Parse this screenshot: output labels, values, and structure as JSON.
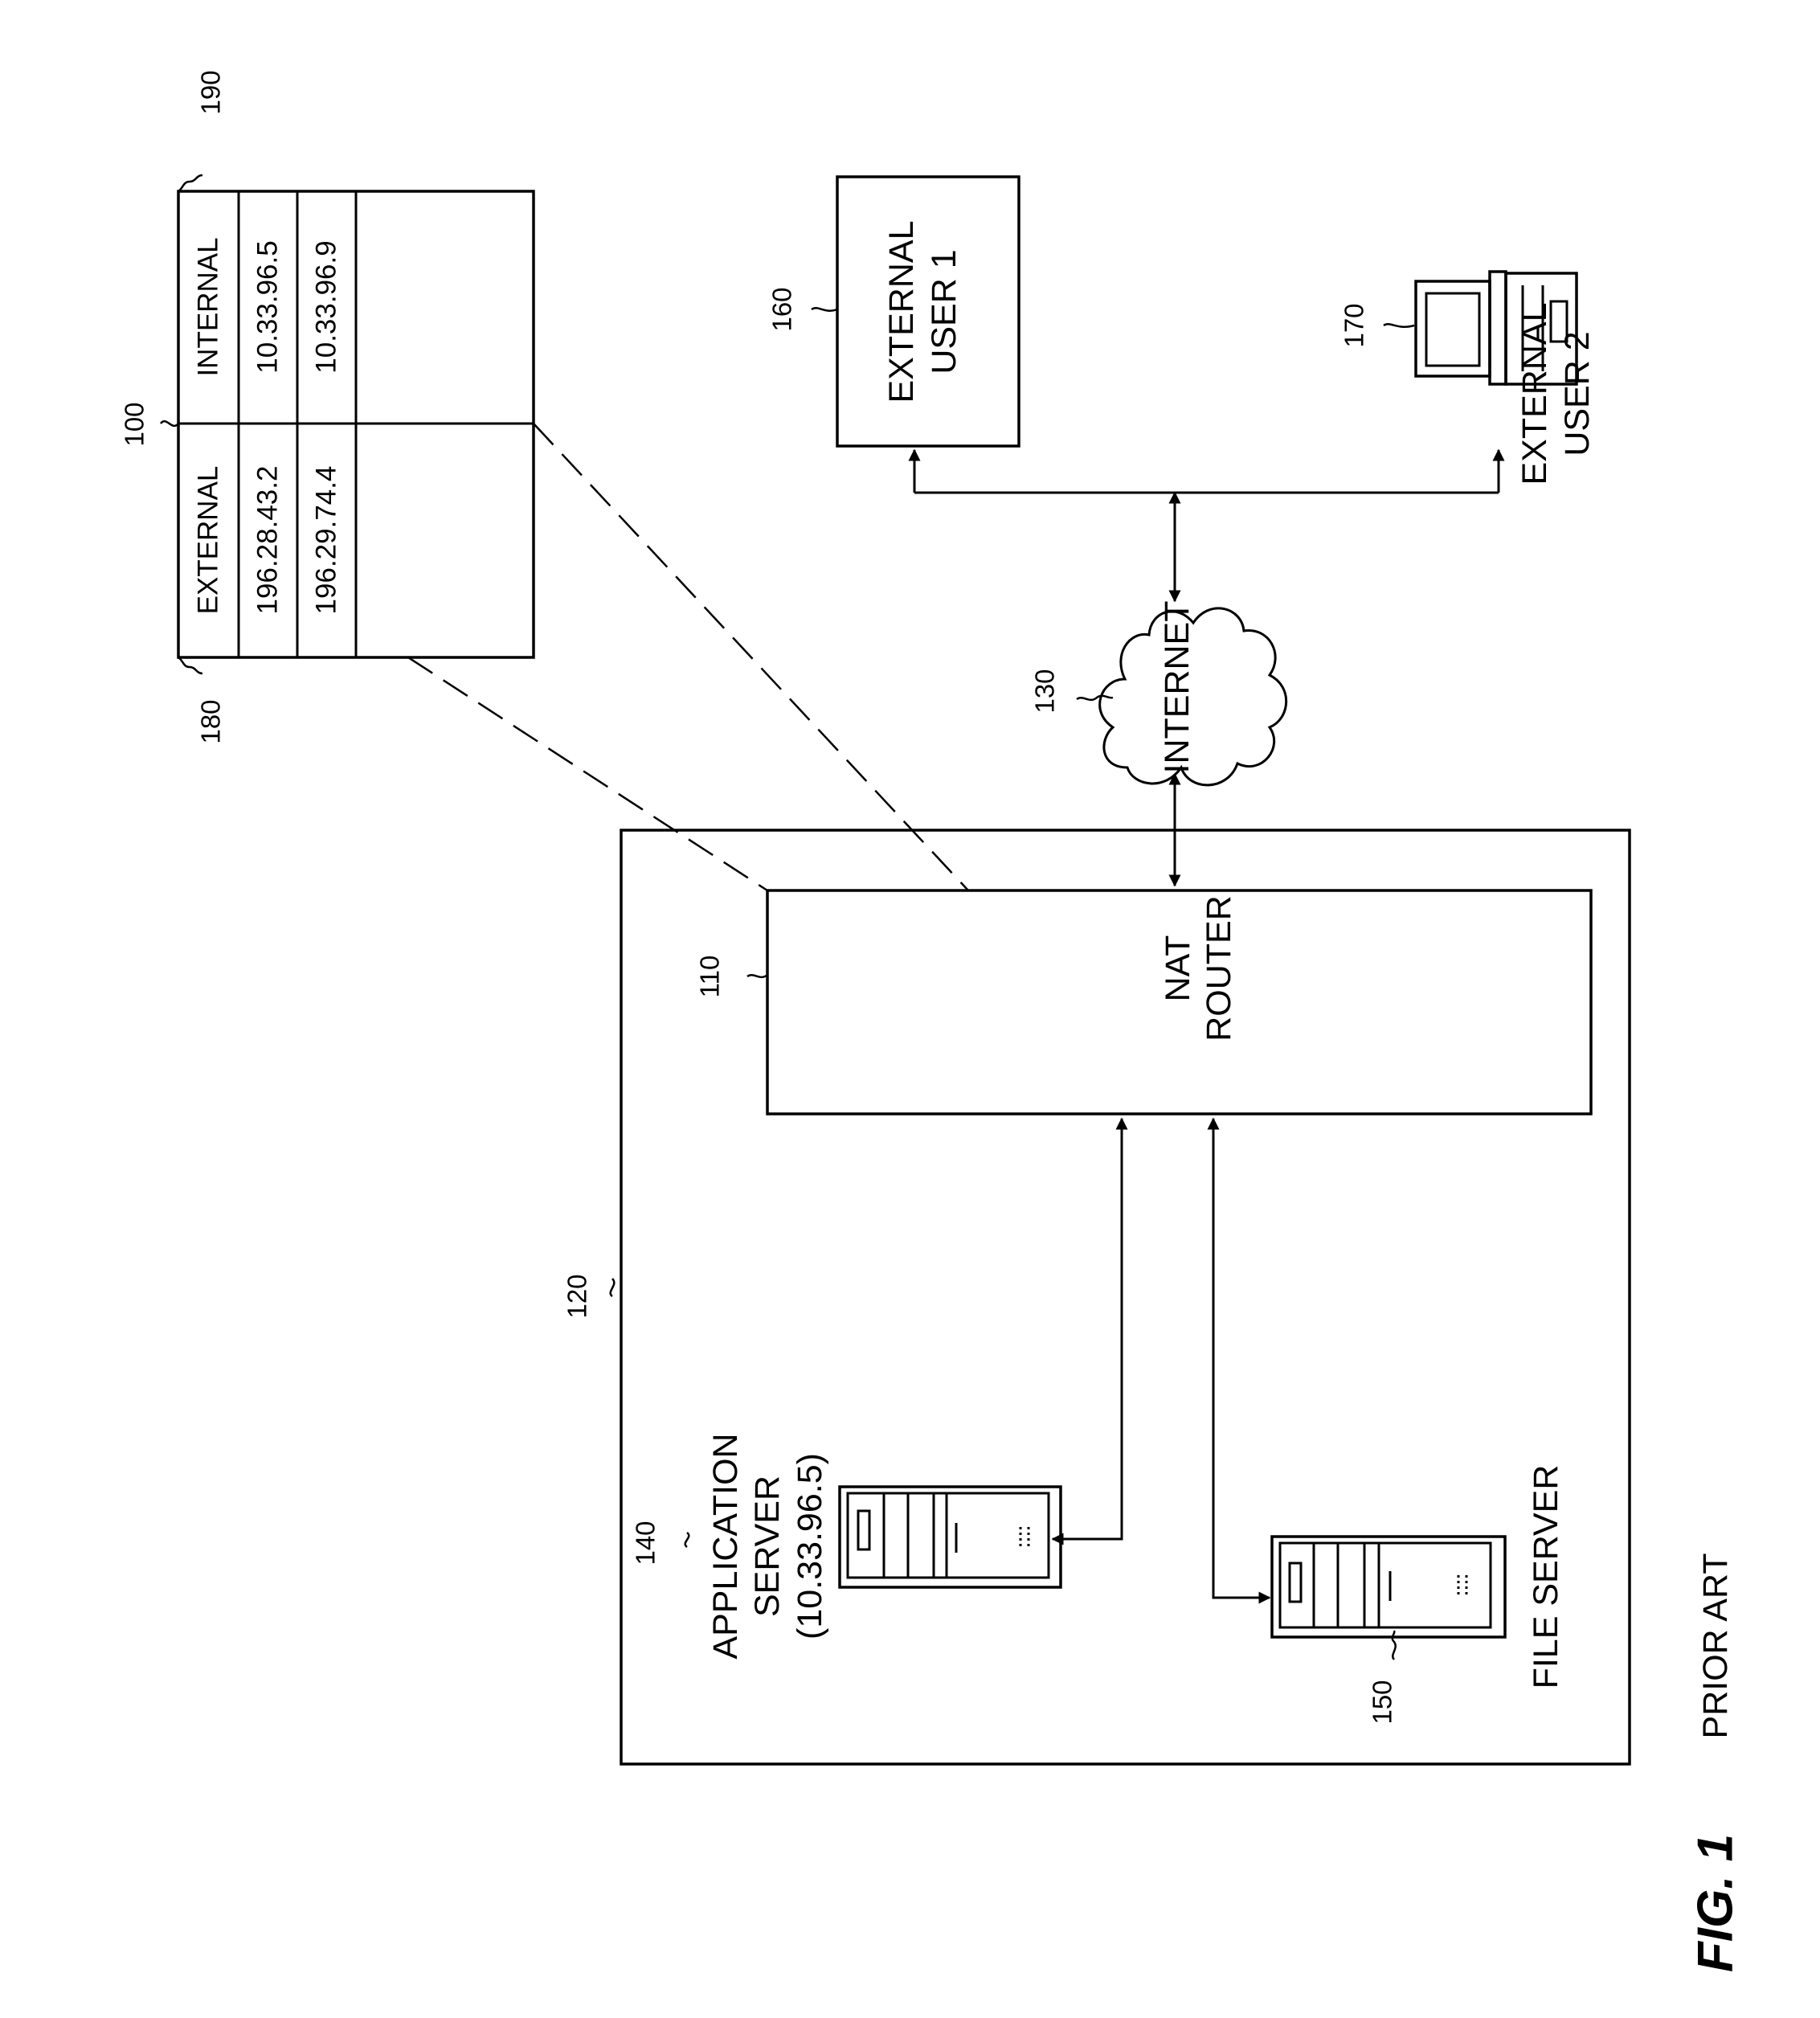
{
  "figure": {
    "title": "FIG. 1",
    "caption": "PRIOR ART"
  },
  "nat_table": {
    "ref_table": "100",
    "ref_external_column": "180",
    "ref_internal_column": "190",
    "headers": [
      "EXTERNAL",
      "INTERNAL"
    ],
    "rows": [
      [
        "196.28.43.2",
        "10.33.96.5"
      ],
      [
        "196.29.74.4",
        "10.33.96.9"
      ]
    ]
  },
  "nat_router": {
    "ref": "110",
    "line1": "NAT",
    "line2": "ROUTER"
  },
  "private_network": {
    "ref": "120"
  },
  "internet": {
    "ref": "130",
    "label": "INTERNET"
  },
  "application_server": {
    "ref": "140",
    "line1": "APPLICATION",
    "line2": "SERVER",
    "line3": "(10.33.96.5)"
  },
  "file_server": {
    "ref": "150",
    "label": "FILE SERVER"
  },
  "external_user_1": {
    "ref": "160",
    "line1": "EXTERNAL",
    "line2": "USER 1"
  },
  "external_user_2": {
    "ref": "170",
    "line1": "EXTERNAL",
    "line2": "USER 2"
  }
}
